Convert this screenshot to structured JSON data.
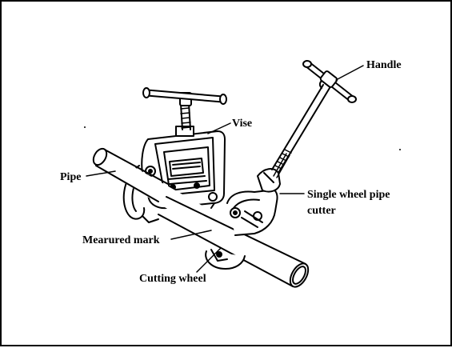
{
  "labels": {
    "handle": "Handle",
    "vise": "Vise",
    "pipe": "Pipe",
    "cutter_line1": "Single wheel pipe",
    "cutter_line2": "cutter",
    "measured_mark": "Mearured mark",
    "cutting_wheel": "Cutting wheel"
  }
}
